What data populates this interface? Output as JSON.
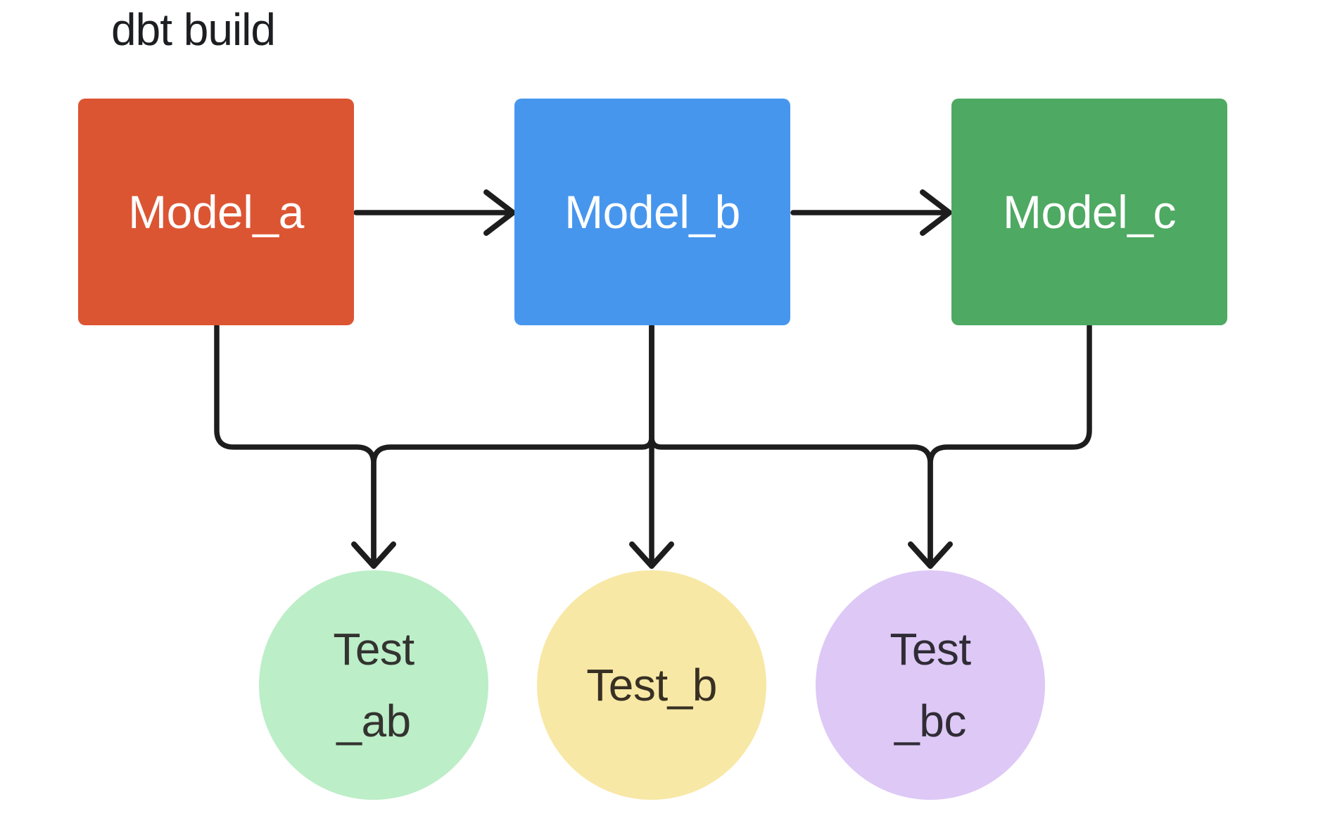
{
  "title": "dbt build",
  "colors": {
    "background": "#ffffff",
    "edge": "#1d1d1d",
    "title_text": "#1c1e21"
  },
  "nodes": {
    "model_a": {
      "label": "Model_a",
      "color": "#dc5533",
      "label_color": "#ffffff",
      "shape": "rectangle"
    },
    "model_b": {
      "label": "Model_b",
      "color": "#4796ee",
      "label_color": "#ffffff",
      "shape": "rectangle"
    },
    "model_c": {
      "label": "Model_c",
      "color": "#4ea962",
      "label_color": "#ffffff",
      "shape": "rectangle"
    },
    "test_ab": {
      "lines": [
        "Test",
        "_ab"
      ],
      "color": "#bceec8",
      "label_color": "#333330",
      "shape": "circle"
    },
    "test_b": {
      "lines": [
        "Test_b"
      ],
      "color": "#f8e8a6",
      "label_color": "#383023",
      "shape": "circle"
    },
    "test_bc": {
      "lines": [
        "Test",
        "_bc"
      ],
      "color": "#ddc8f6",
      "label_color": "#302c36",
      "shape": "circle"
    }
  },
  "edges": [
    {
      "from": "Model_a",
      "to": "Model_b"
    },
    {
      "from": "Model_b",
      "to": "Model_c"
    },
    {
      "from": "Model_a",
      "to": "Test_ab"
    },
    {
      "from": "Model_b",
      "to": "Test_ab"
    },
    {
      "from": "Model_b",
      "to": "Test_b"
    },
    {
      "from": "Model_b",
      "to": "Test_bc"
    },
    {
      "from": "Model_c",
      "to": "Test_bc"
    }
  ]
}
